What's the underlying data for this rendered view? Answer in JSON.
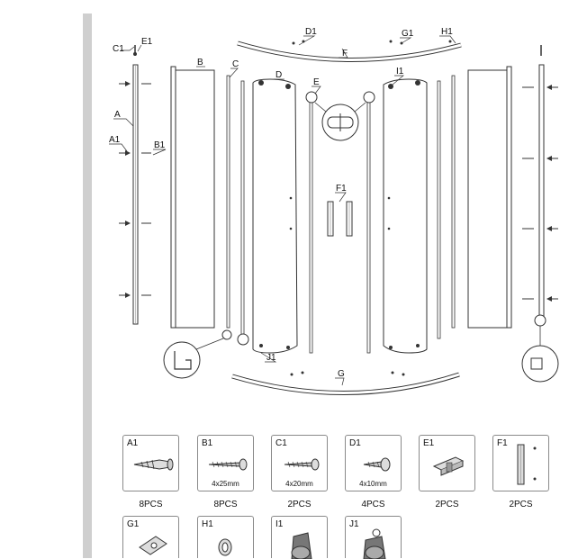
{
  "diagram": {
    "labels": {
      "A": "A",
      "A1": "A1",
      "B": "B",
      "B1": "B1",
      "C": "C",
      "C1": "C1",
      "D": "D",
      "D1": "D1",
      "E": "E",
      "E1": "E1",
      "F": "F",
      "F1": "F1",
      "G": "G",
      "G1": "G1",
      "H1": "H1",
      "I1": "I1",
      "J1": "J1"
    }
  },
  "parts": [
    {
      "code": "A1",
      "size": "",
      "qty": "8PCS",
      "icon": "wall-plug-icon"
    },
    {
      "code": "B1",
      "size": "4x25mm",
      "qty": "8PCS",
      "icon": "screw-icon"
    },
    {
      "code": "C1",
      "size": "4x20mm",
      "qty": "2PCS",
      "icon": "screw-icon"
    },
    {
      "code": "D1",
      "size": "4x10mm",
      "qty": "4PCS",
      "icon": "screw-icon"
    },
    {
      "code": "E1",
      "size": "",
      "qty": "2PCS",
      "icon": "bracket-icon"
    },
    {
      "code": "F1",
      "size": "",
      "qty": "2PCS",
      "icon": "handle-icon"
    },
    {
      "code": "G1",
      "size": "",
      "qty": "",
      "icon": "clip-icon"
    },
    {
      "code": "H1",
      "size": "",
      "qty": "",
      "icon": "cap-icon"
    },
    {
      "code": "I1",
      "size": "",
      "qty": "",
      "icon": "roller-icon"
    },
    {
      "code": "J1",
      "size": "",
      "qty": "",
      "icon": "roller-icon"
    }
  ]
}
